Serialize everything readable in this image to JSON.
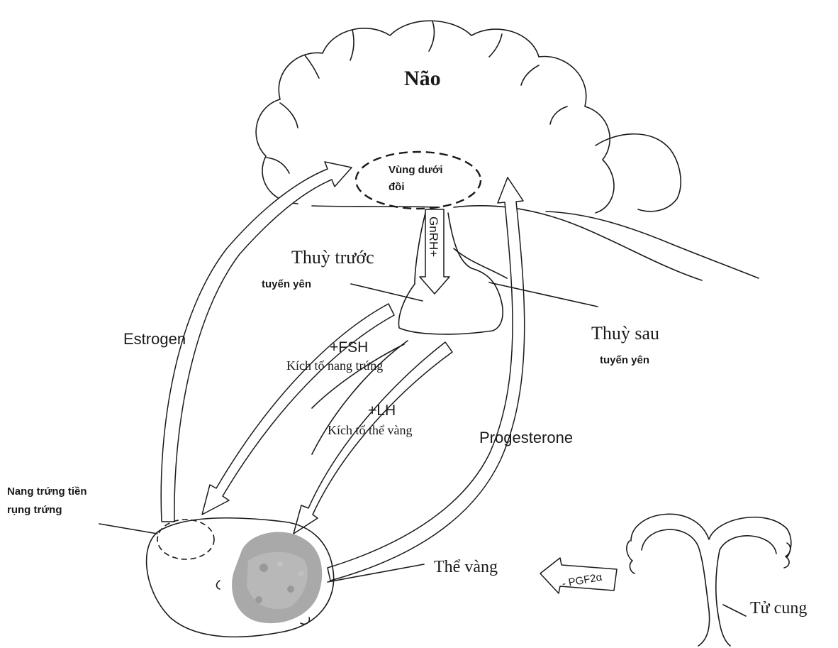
{
  "labels": {
    "brain": "Não",
    "hypothalamus_line1": "Vùng dưới",
    "hypothalamus_line2": "đồi",
    "gnrh": "GnRH+",
    "anterior_pituitary": "Thuỳ trước",
    "anterior_pituitary_sub": "tuyến yên",
    "posterior_pituitary": "Thuỳ sau",
    "posterior_pituitary_sub": "tuyến yên",
    "estrogen": "Estrogen",
    "fsh": "+FSH",
    "fsh_desc": "Kích tố nang trứng",
    "lh": "+LH",
    "lh_desc": "Kích tố thể vàng",
    "progesterone": "Progesterone",
    "follicle_line1": "Nang trứng tiền",
    "follicle_line2": "rụng trứng",
    "corpus_luteum": "Thể vàng",
    "pgf": "- PGF2α",
    "uterus": "Tử cung"
  },
  "colors": {
    "ink": "#1a1a1a",
    "corpus_luteum_fill": "#a9a9a9",
    "background": "#ffffff"
  }
}
